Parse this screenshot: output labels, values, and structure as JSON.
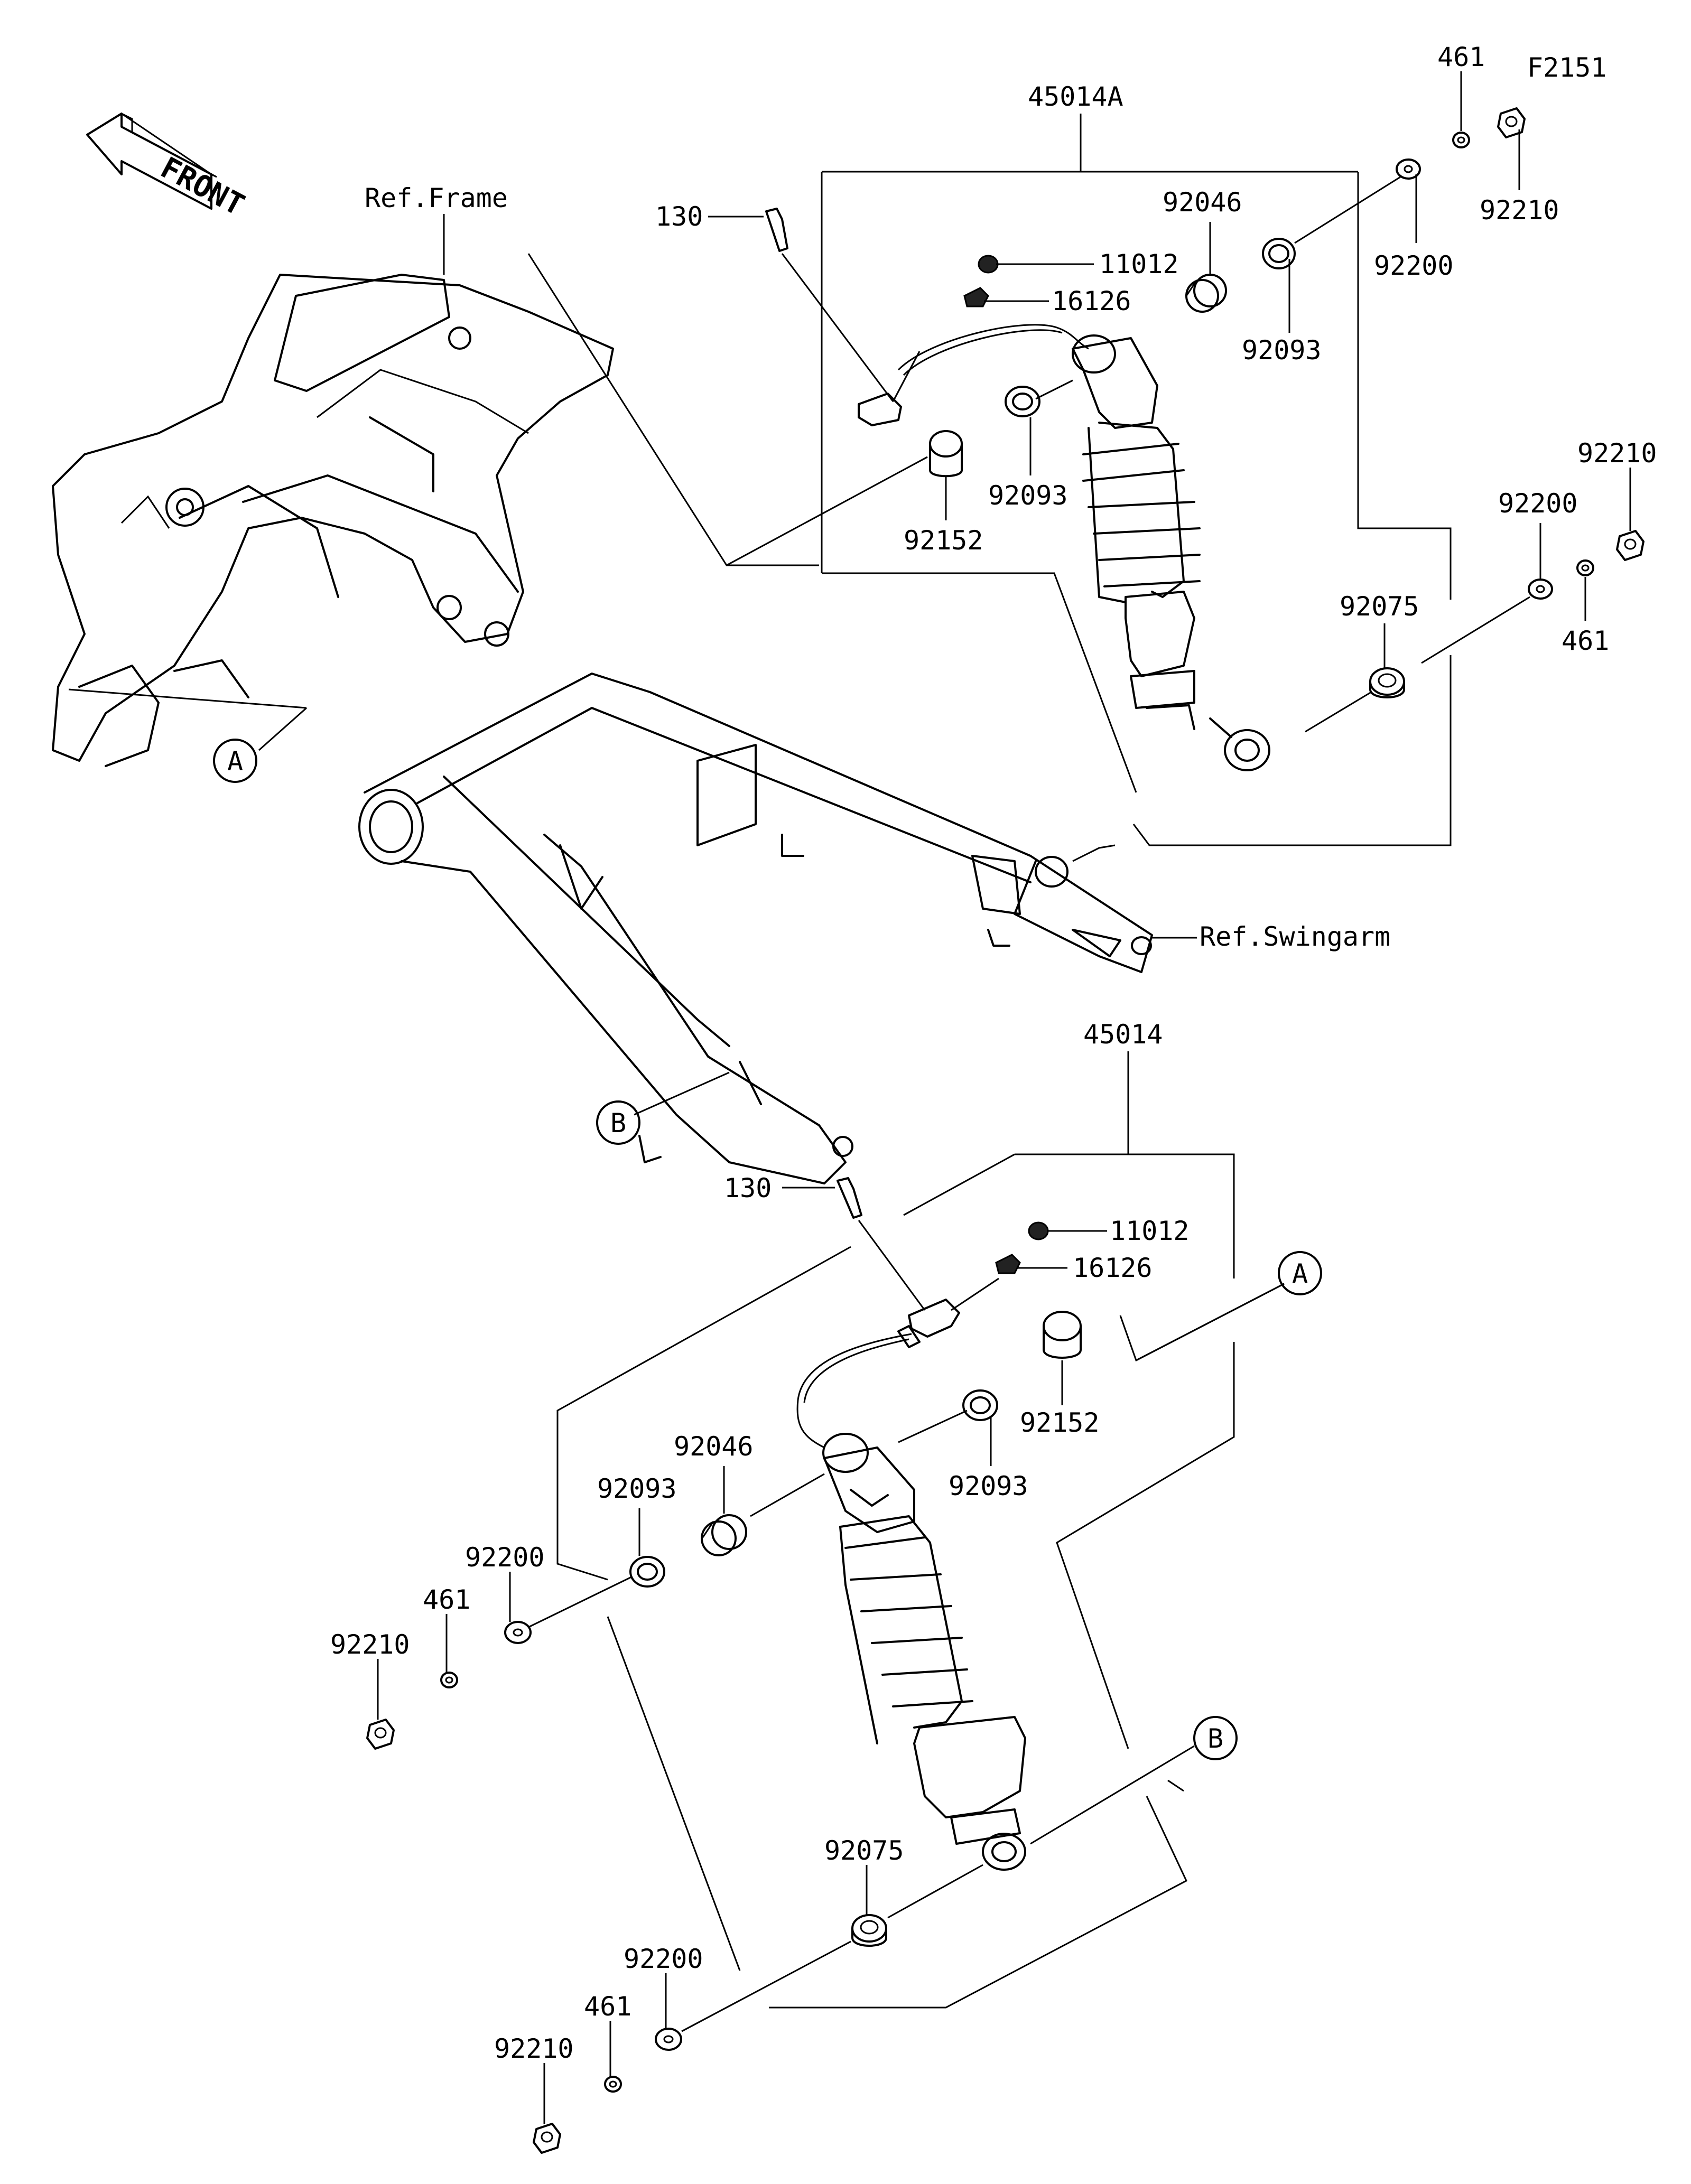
{
  "front_arrow": {
    "label": "FRONT"
  },
  "refs": {
    "frame": "Ref.Frame",
    "swingarm": "Ref.Swingarm"
  },
  "callouts": {
    "a": "A",
    "b": "B"
  },
  "upper_assembly": {
    "kit": "45014A",
    "labels": {
      "p461a": "461",
      "f2151": "F2151",
      "p92210a": "92210",
      "p92200a": "92200",
      "p92046": "92046",
      "p92093a": "92093",
      "p11012": "11012",
      "p16126": "16126",
      "p130": "130",
      "p92093b": "92093",
      "p92152": "92152",
      "p92210b": "92210",
      "p92200b": "92200",
      "p461b": "461",
      "p92075": "92075"
    }
  },
  "lower_assembly": {
    "kit": "45014",
    "labels": {
      "p130": "130",
      "p11012": "11012",
      "p16126": "16126",
      "p92152": "92152",
      "p92046": "92046",
      "p92093a": "92093",
      "p92093b": "92093",
      "p92200a": "92200",
      "p461a": "461",
      "p92210a": "92210",
      "p92075": "92075",
      "p92200b": "92200",
      "p461b": "461",
      "p92210b": "92210"
    }
  }
}
